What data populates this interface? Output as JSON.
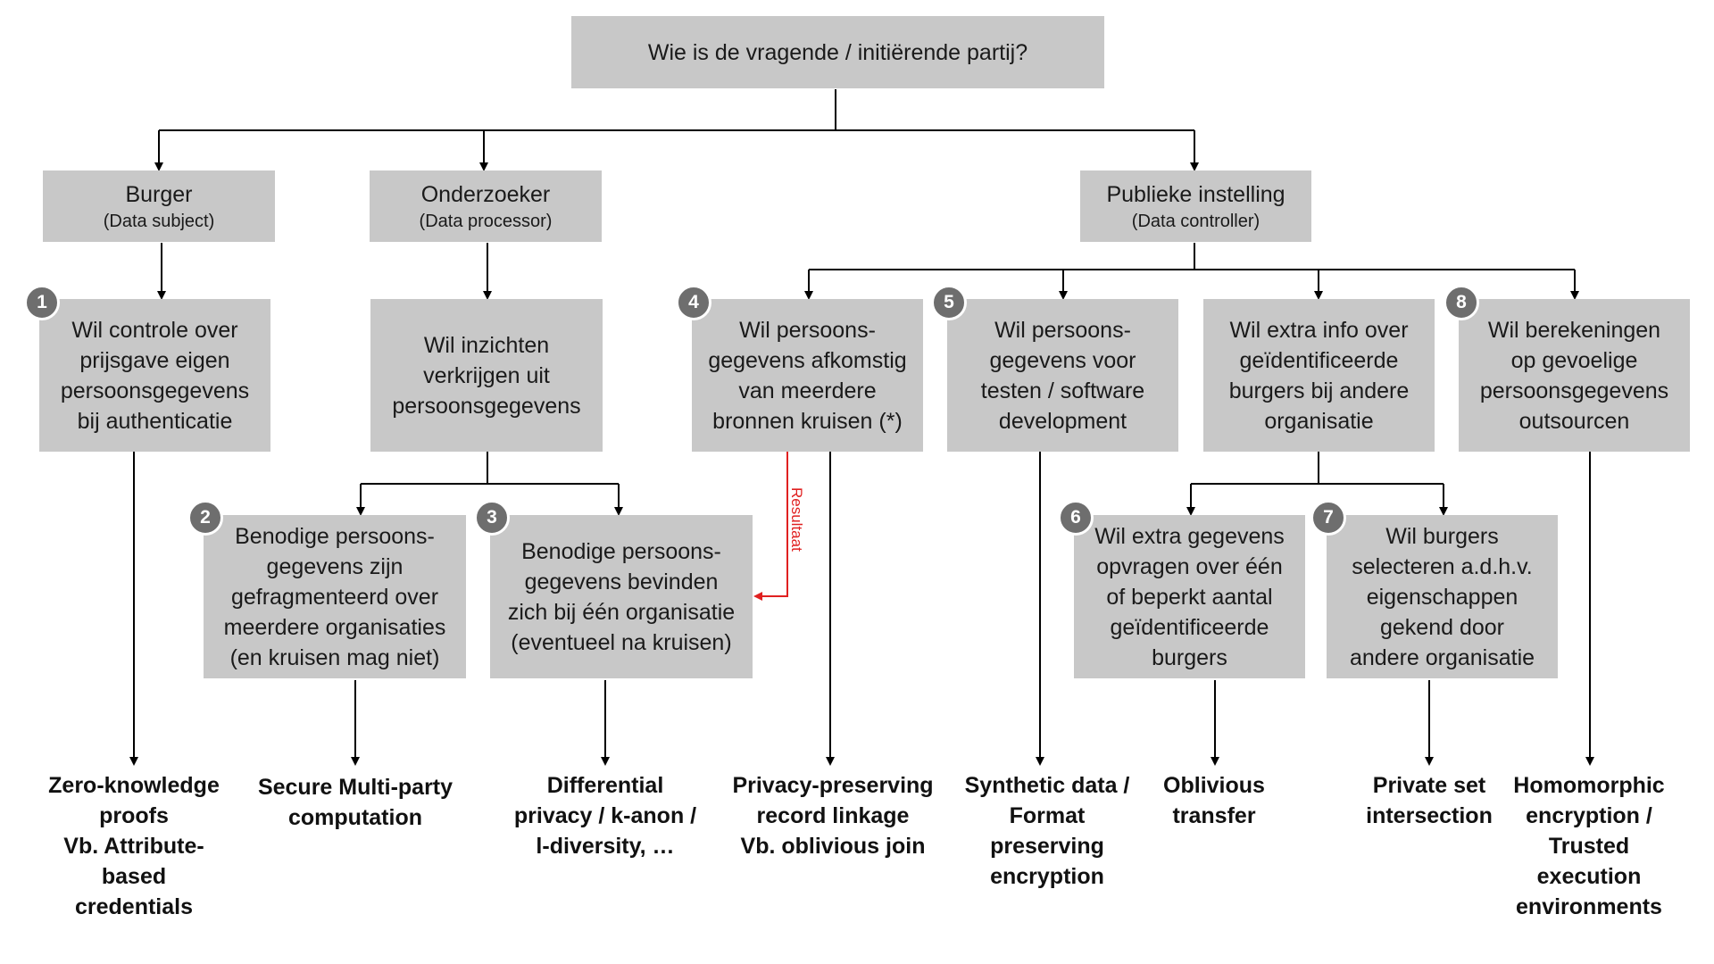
{
  "root": {
    "label": "Wie is de vragende / initiërende partij?"
  },
  "parties": [
    {
      "label": "Burger",
      "sub": "(Data subject)"
    },
    {
      "label": "Onderzoeker",
      "sub": "(Data processor)"
    },
    {
      "label": "Publieke instelling",
      "sub": "(Data controller)"
    }
  ],
  "scenarios": [
    {
      "number": "1",
      "label": "Wil controle over\nprijsgave eigen\npersoonsgegevens\nbij authenticatie"
    },
    {
      "number": "",
      "label": "Wil inzichten\nverkrijgen uit\npersoonsgegevens"
    },
    {
      "number": "2",
      "label": "Benodige persoons-\ngegevens zijn\ngefragmenteerd over\nmeerdere organisaties\n(en kruisen mag niet)"
    },
    {
      "number": "3",
      "label": "Benodige persoons-\ngegevens bevinden\nzich bij één organisatie\n(eventueel na kruisen)"
    },
    {
      "number": "4",
      "label": "Wil persoons-\ngegevens afkomstig\nvan meerdere\nbronnen kruisen (*)"
    },
    {
      "number": "5",
      "label": "Wil persoons-\ngegevens voor\ntesten / software\ndevelopment"
    },
    {
      "number": "",
      "label": "Wil extra info over\ngeïdentificeerde\nburgers bij andere\norganisatie"
    },
    {
      "number": "6",
      "label": "Wil extra gegevens\nopvragen over één\nof beperkt aantal\ngeïdentificeerde\nburgers"
    },
    {
      "number": "7",
      "label": "Wil burgers\nselecteren a.d.h.v.\neigenschappen\ngekend door\nandere organisatie"
    },
    {
      "number": "8",
      "label": "Wil berekeningen\nop gevoelige\npersoonsgegevens\noutsourcen"
    }
  ],
  "techniques": [
    "Zero-knowledge\nproofs\nVb. Attribute-\nbased\ncredentials",
    "Secure Multi-party\ncomputation",
    "Differential\nprivacy / k-anon /\nl-diversity, …",
    "Privacy-preserving\nrecord linkage\nVb. oblivious join",
    "Synthetic data /\nFormat\npreserving\nencryption",
    "Oblivious\ntransfer",
    "Private set\nintersection",
    "Homomorphic\nencryption /\nTrusted\nexecution\nenvironments"
  ],
  "result_label": "Resultaat",
  "colors": {
    "box": "#c8c8c8",
    "badge": "#6e6e6e",
    "result_arrow": "#e02020",
    "line": "#000000"
  }
}
